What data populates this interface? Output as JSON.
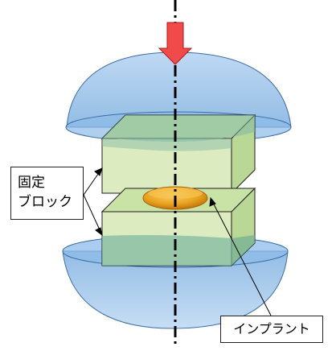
{
  "labels": {
    "fixing_block_line1": "固定",
    "fixing_block_line2": "ブロック",
    "implant": "インプラント"
  },
  "colors": {
    "hemisphere_fill": "#7fb3e6",
    "hemisphere_stroke": "#3a6ea5",
    "block_front": "#dcecc0",
    "block_top": "#c9e2a6",
    "block_side": "#b9d795",
    "block_stroke": "#1e1e1e",
    "overlap_fill": "#79b6a0",
    "implant_fill": "#e49b1c",
    "arrow_fill": "#f04a4a",
    "arrow_stroke": "#b01818",
    "axis": "#000000"
  }
}
